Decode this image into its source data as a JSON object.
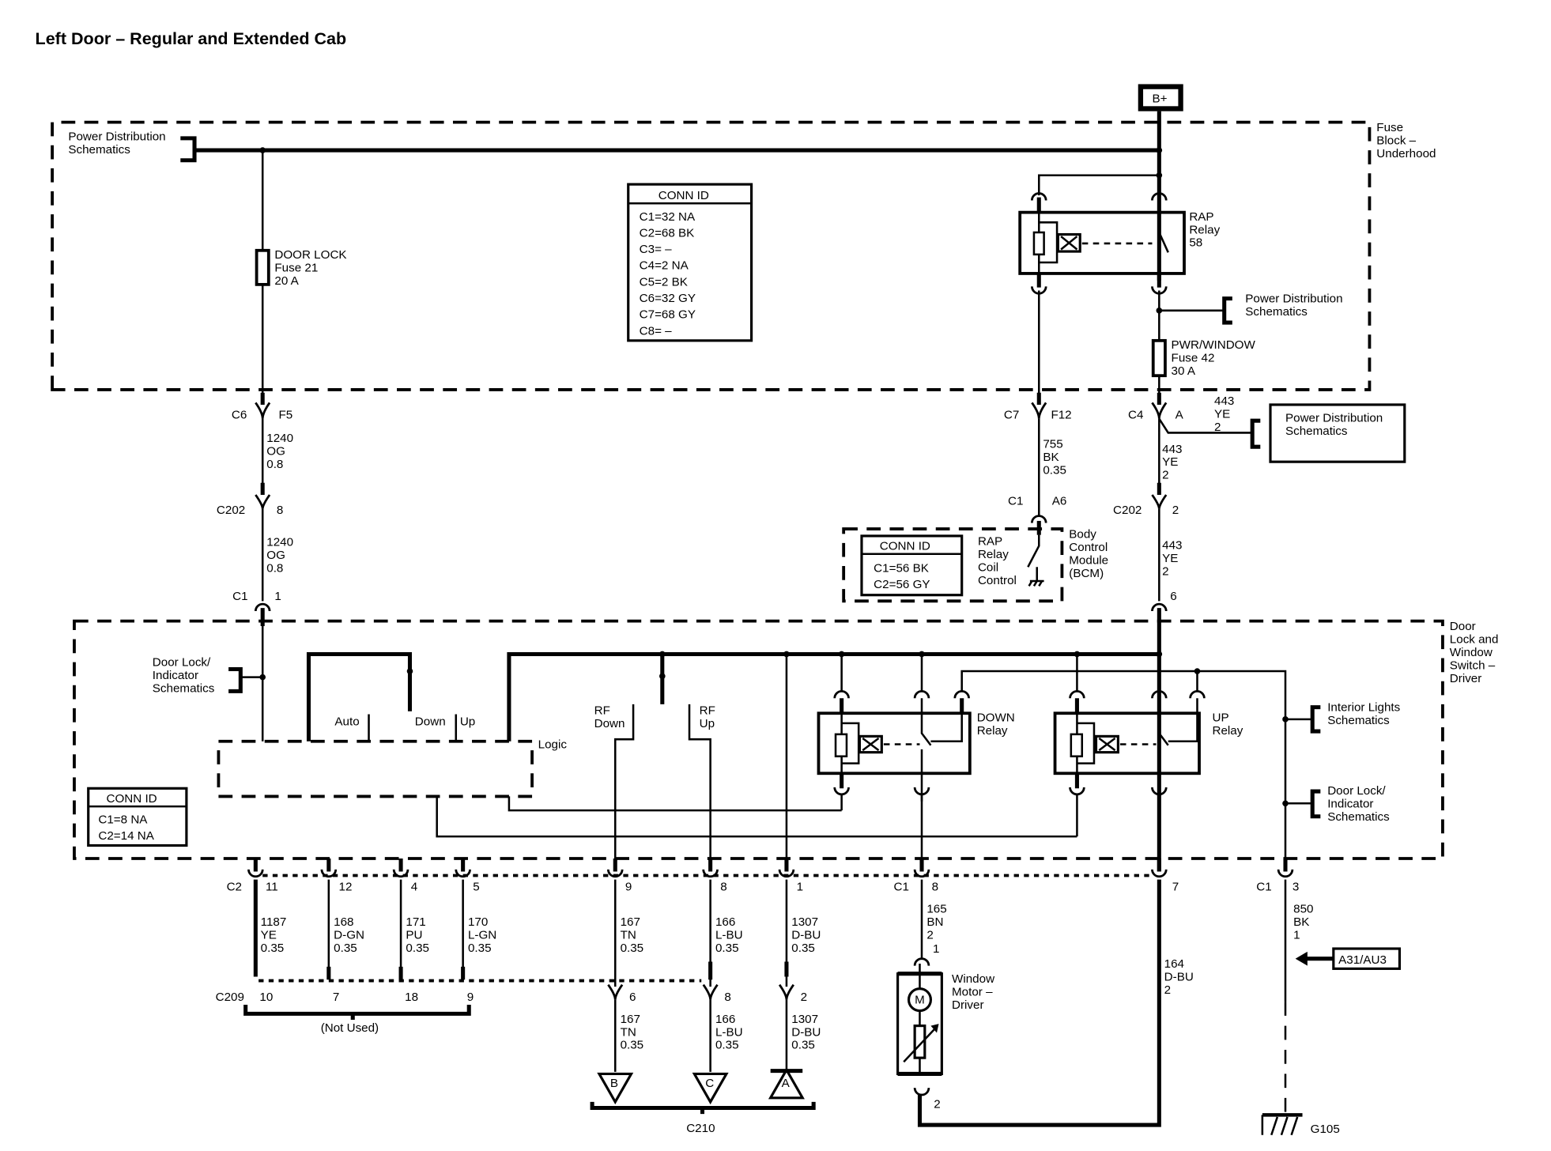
{
  "title": "Left Door – Regular and Extended Cab",
  "labels": {
    "b_plus": "B+",
    "fuse_block": [
      "Fuse",
      "Block –",
      "Underhood"
    ],
    "pds_top_left": [
      "Power Distribution",
      "Schematics"
    ],
    "door_lock_fuse": [
      "DOOR LOCK",
      "Fuse 21",
      "20 A"
    ],
    "rap_relay": [
      "RAP",
      "Relay",
      "58"
    ],
    "pds_right": [
      "Power Distribution",
      "Schematics"
    ],
    "pwr_window_fuse": [
      "PWR/WINDOW",
      "Fuse 42",
      "30 A"
    ],
    "pds_box": [
      "Power Distribution",
      "Schematics"
    ],
    "c6": "C6",
    "f5": "F5",
    "c7": "C7",
    "f12": "F12",
    "c4": "C4",
    "a": "A",
    "wire_443_a": [
      "443",
      "YE",
      "2"
    ],
    "wire_443_b": [
      "443",
      "YE",
      "2"
    ],
    "wire_443_c": [
      "443",
      "YE",
      "2"
    ],
    "wire_1240_a": [
      "1240",
      "OG",
      "0.8"
    ],
    "wire_1240_b": [
      "1240",
      "OG",
      "0.8"
    ],
    "wire_755": [
      "755",
      "BK",
      "0.35"
    ],
    "c202_left": "C202",
    "c202_left_pin": "8",
    "c202_right": "C202",
    "c202_right_pin": "2",
    "c1_bcm": "C1",
    "a6": "A6",
    "c1_left": "C1",
    "c1_left_pin": "1",
    "pin_6": "6",
    "bcm_text": [
      "RAP",
      "Relay",
      "Coil",
      "Control"
    ],
    "bcm_name": [
      "Body",
      "Control",
      "Module",
      "(BCM)"
    ],
    "switch_name": [
      "Door",
      "Lock and",
      "Window",
      "Switch –",
      "Driver"
    ],
    "door_lock_indicator_left": [
      "Door Lock/",
      "Indicator",
      "Schematics"
    ],
    "auto": "Auto",
    "down": "Down",
    "up": "Up",
    "logic": "Logic",
    "rf_down": [
      "RF",
      "Down"
    ],
    "rf_up": [
      "RF",
      "Up"
    ],
    "down_relay": [
      "DOWN",
      "Relay"
    ],
    "up_relay": [
      "UP",
      "Relay"
    ],
    "interior_lights": [
      "Interior Lights",
      "Schematics"
    ],
    "door_lock_indicator_right": [
      "Door Lock/",
      "Indicator",
      "Schematics"
    ],
    "c2": "C2",
    "c1_motor": "C1",
    "c1_ground": "C1",
    "c2_pins": [
      "11",
      "12",
      "4",
      "5",
      "9",
      "8",
      "1"
    ],
    "c1_pins": [
      "8",
      "7",
      "3"
    ],
    "wires_c2": [
      [
        "1187",
        "YE",
        "0.35"
      ],
      [
        "168",
        "D-GN",
        "0.35"
      ],
      [
        "171",
        "PU",
        "0.35"
      ],
      [
        "170",
        "L-GN",
        "0.35"
      ],
      [
        "167",
        "TN",
        "0.35"
      ],
      [
        "166",
        "L-BU",
        "0.35"
      ],
      [
        "1307",
        "D-BU",
        "0.35"
      ]
    ],
    "wire_165": [
      "165",
      "BN",
      "2"
    ],
    "motor_pin_1": "1",
    "motor_pin_2": "2",
    "wire_164": [
      "164",
      "D-BU",
      "2"
    ],
    "wire_850": [
      "850",
      "BK",
      "1"
    ],
    "c209": "C209",
    "c209_pins": [
      "10",
      "7",
      "18",
      "9"
    ],
    "c210_pins": [
      "6",
      "8",
      "2"
    ],
    "not_used": "(Not Used)",
    "wires_c210": [
      [
        "167",
        "TN",
        "0.35"
      ],
      [
        "166",
        "L-BU",
        "0.35"
      ],
      [
        "1307",
        "D-BU",
        "0.35"
      ]
    ],
    "splice_b": "B",
    "splice_c": "C",
    "splice_a": "A",
    "c210": "C210",
    "motor_m": "M",
    "window_motor": [
      "Window",
      "Motor –",
      "Driver"
    ],
    "a31_au3": "A31/AU3",
    "g105": "G105"
  },
  "conn_id_fuse_block": {
    "header": "CONN ID",
    "rows": [
      "C1=32 NA",
      "C2=68 BK",
      "C3= –",
      "C4=2 NA",
      "C5=2 BK",
      "C6=32 GY",
      "C7=68 GY",
      "C8= –"
    ]
  },
  "conn_id_bcm": {
    "header": "CONN ID",
    "rows": [
      "C1=56 BK",
      "C2=56 GY"
    ]
  },
  "conn_id_switch": {
    "header": "CONN ID",
    "rows": [
      "C1=8 NA",
      "C2=14 NA"
    ]
  }
}
